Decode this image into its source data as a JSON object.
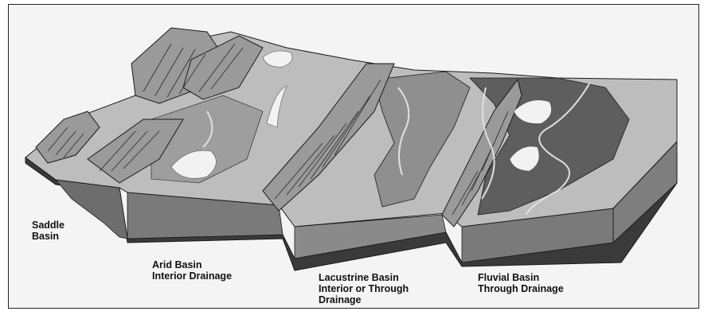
{
  "labels": {
    "saddle": [
      "Saddle",
      "Basin"
    ],
    "arid": [
      "Arid Basin",
      "Interior Drainage"
    ],
    "lacustrine": [
      "Lacustrine Basin",
      "Interior or Through",
      "Drainage"
    ],
    "fluvial": [
      "Fluvial Basin",
      "Through Drainage"
    ]
  },
  "colors": {
    "frame_bg": "#f4f4f4",
    "outline": "#1a1a1a",
    "surface_light": "#bdbdbd",
    "surface_mid": "#8f8f8f",
    "surface_dark": "#5e5e5e",
    "section_dark": "#3a3a3a",
    "playa_white": "#f2f2f2",
    "stream_light": "#d9d9d9"
  }
}
